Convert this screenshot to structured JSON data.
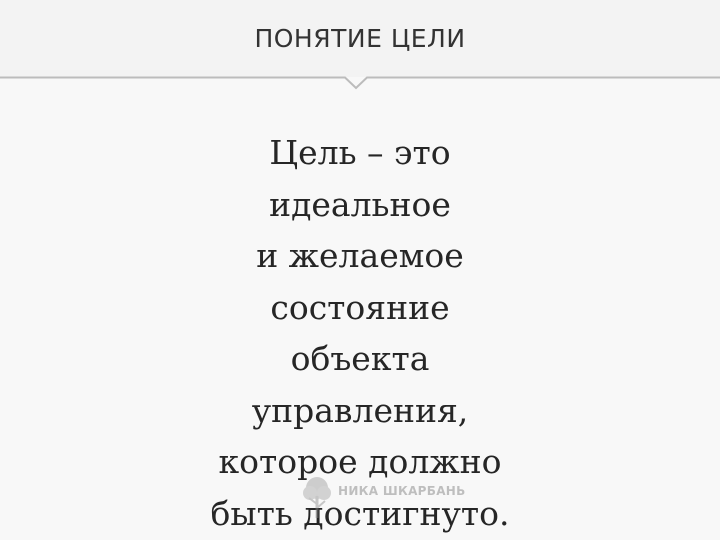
{
  "slide": {
    "title": "ПОНЯТИЕ ЦЕЛИ",
    "body_lines": [
      "Цель – это",
      "идеальное",
      "и желаемое",
      "состояние",
      "объекта",
      "управления,",
      "которое должно",
      "быть достигнуто."
    ],
    "watermark_text": "НИКА ШКАРБАНЬ"
  },
  "colors": {
    "background": "#f8f8f8",
    "header_background": "#f3f3f3",
    "divider": "#bcbcbc",
    "text": "#262626"
  }
}
